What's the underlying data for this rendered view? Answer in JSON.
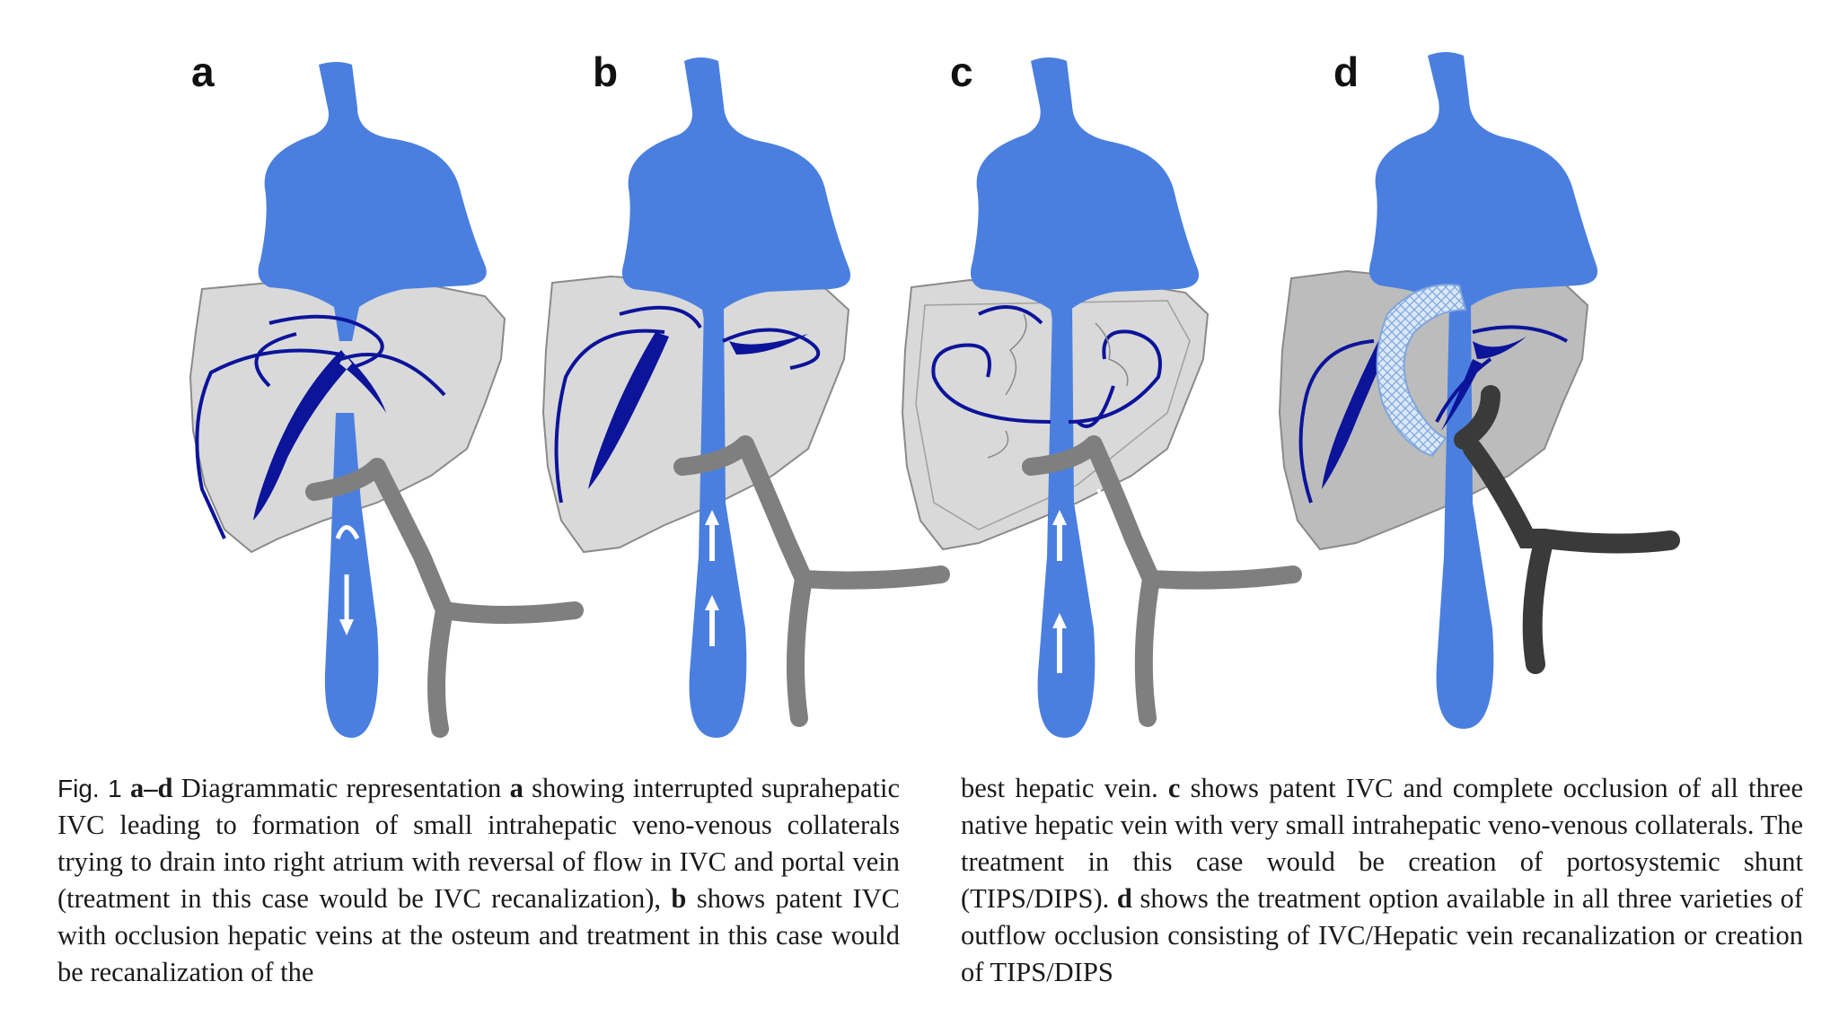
{
  "panels": [
    {
      "letter": "a"
    },
    {
      "letter": "b"
    },
    {
      "letter": "c"
    },
    {
      "letter": "d"
    }
  ],
  "caption": {
    "fig_label": "Fig. 1",
    "left": {
      "p1_bold": "a–d",
      "p1_text": " Diagrammatic representation ",
      "p2_bold": "a",
      "p2_text": " showing interrupted suprahepatic IVC leading to formation of small intrahepatic veno-venous collaterals trying to drain into right atrium with reversal of flow in IVC and portal vein (treatment in this case would be IVC recanalization), ",
      "p3_bold": "b",
      "p3_text": " shows patent IVC with occlusion hepatic veins at the osteum and treatment in this case would be recanalization of the"
    },
    "right": {
      "p1_text": "best hepatic vein. ",
      "p2_bold": "c",
      "p2_text": " shows patent IVC and complete occlusion of all three native hepatic vein with very small intrahepatic veno-venous collaterals. The treatment in this case would be creation of portosystemic shunt (TIPS/DIPS). ",
      "p3_bold": "d",
      "p3_text": " shows the treatment option available in all three varieties of outflow occlusion consisting of IVC/Hepatic vein recanalization or creation of TIPS/DIPS"
    }
  },
  "colors": {
    "heart_ivc": "#4a7fe0",
    "liver": "#d9d9d9",
    "liver_dark": "#bcbcbc",
    "hepatic_vein": "#0c149a",
    "portal": "#7f7f7f",
    "portal_dark": "#3a3a3a",
    "stent": "#a8c8f0"
  }
}
